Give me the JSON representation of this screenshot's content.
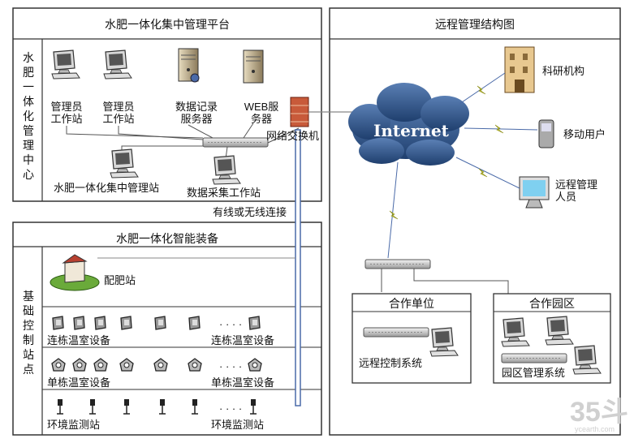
{
  "mgmt_center": {
    "panel_title": "水肥一体化集中管理平台",
    "side_label": "水肥一体化管理中心",
    "admin1": "管理员工作站",
    "admin2": "管理员工作站",
    "db_server": "数据记录服务器",
    "web_server": "WEB服务器",
    "switch": "网络交换机",
    "central_station": "水肥一体化集中管理站",
    "collector": "数据采集工作站"
  },
  "connection_label": "有线或无线连接",
  "equipment": {
    "panel_title": "水肥一体化智能装备",
    "side_label": "基础控制站点",
    "fert_station": "配肥站",
    "row1_left": "连栋温室设备",
    "row1_right": "连栋温室设备",
    "row2_left": "单栋温室设备",
    "row2_right": "单栋温室设备",
    "row3_left": "环境监测站",
    "row3_right": "环境监测站",
    "dots": "· · · ·"
  },
  "remote": {
    "panel_title": "远程管理结构图",
    "internet": "Internet",
    "research": "科研机构",
    "mobile": "移动用户",
    "remote_staff": "远程管理人员",
    "partner_unit_title": "合作单位",
    "partner_unit_system": "远程控制系统",
    "partner_park_title": "合作园区",
    "partner_park_system": "园区管理系统"
  },
  "watermark": {
    "logo": "35斗",
    "url": "ycearth.com"
  }
}
